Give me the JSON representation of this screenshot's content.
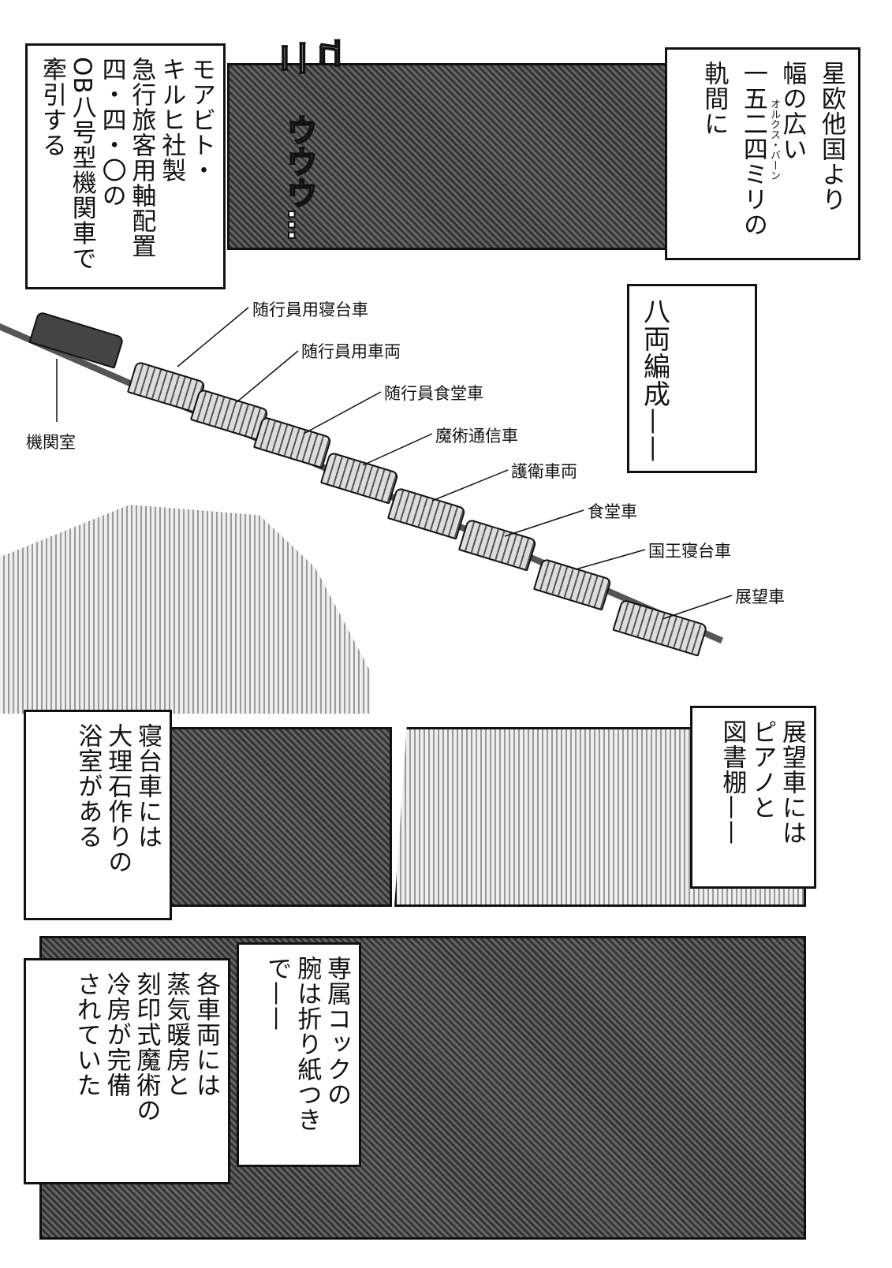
{
  "panel1": {
    "caption_left": "モアビト・\nキルヒ社製\n急行旅客用軸配置\n四・四・〇の\nOB八号型機関車で\n牽引する",
    "caption_right": "星欧他国より\n幅の広い\n一五二四ミリの\n軌間に",
    "ruby": "オルクス・バーン",
    "sfx1": "ニュ",
    "sfx2": "ウウウ…"
  },
  "panel2": {
    "caption": "八両編成——",
    "labels": [
      "随行員用寝台車",
      "随行員用車両",
      "随行員食堂車",
      "魔術通信車",
      "護衛車両",
      "食堂車",
      "国王寝台車",
      "展望車",
      "機関室"
    ]
  },
  "panel4": {
    "caption_left": "寝台車には\n大理石作りの\n浴室がある",
    "caption_right": "展望車には\nピアノと\n図書棚——"
  },
  "panel5": {
    "caption_mid": "専属コックの\n腕は折り紙つき\nで——",
    "caption_left": "各車両には\n蒸気暖房と\n刻印式魔術の\n冷房が完備\nされていた"
  }
}
